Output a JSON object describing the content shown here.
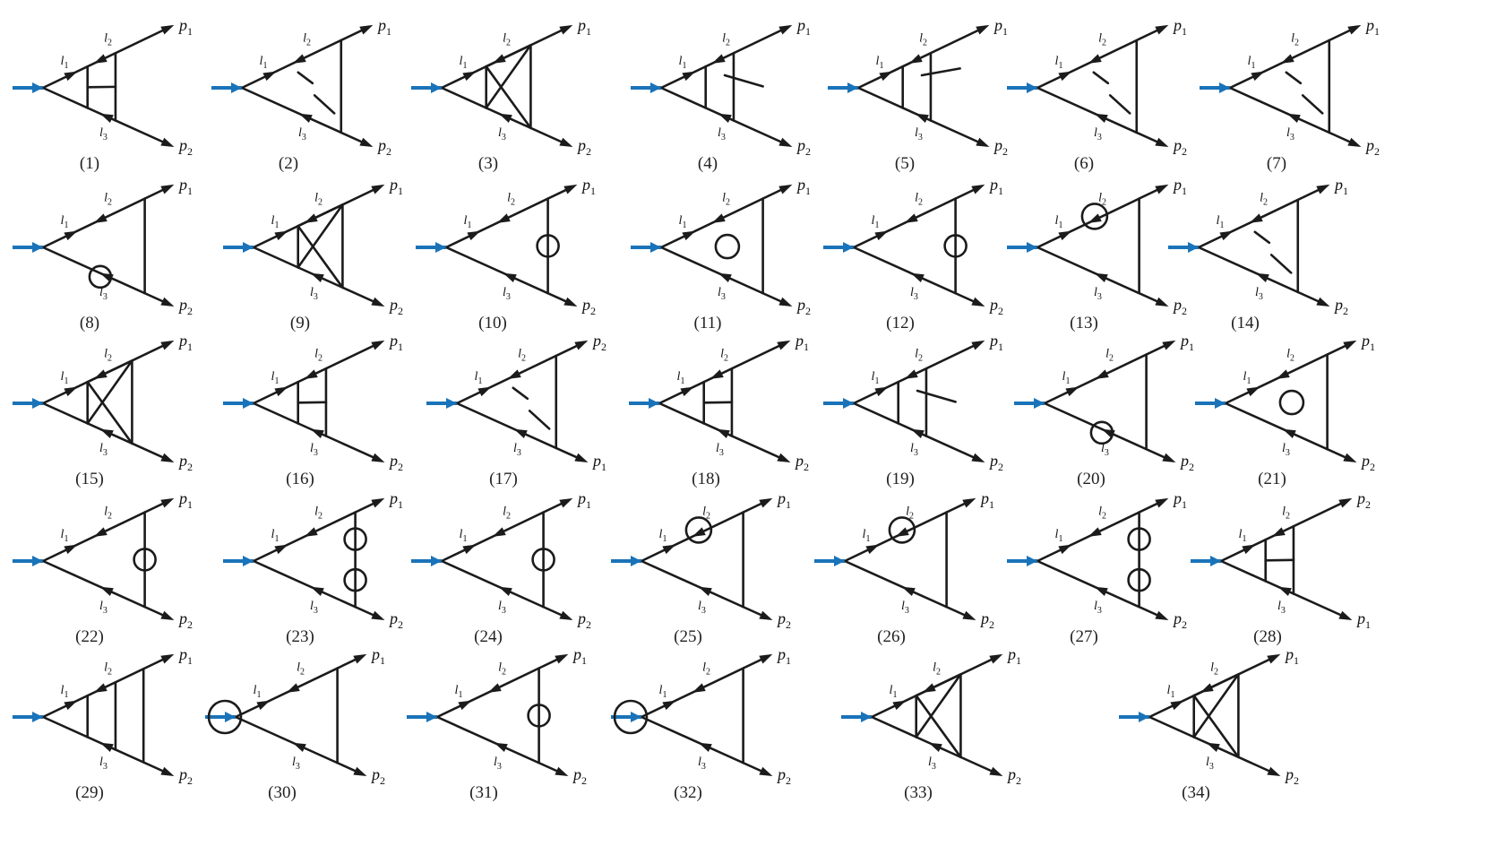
{
  "figure": {
    "diagrams": [
      {
        "caption": "(1)",
        "p_top": "p1",
        "p_bot": "p2",
        "labels": [
          "l1",
          "l2",
          "l3"
        ],
        "variant": "ladder"
      },
      {
        "caption": "(2)",
        "p_top": "p1",
        "p_bot": "p2",
        "labels": [
          "l1",
          "l2",
          "l3"
        ],
        "variant": "cross"
      },
      {
        "caption": "(3)",
        "p_top": "p1",
        "p_bot": "p2",
        "labels": [
          "l1",
          "l2",
          "l3"
        ],
        "variant": "box"
      },
      {
        "caption": "(4)",
        "p_top": "p1",
        "p_bot": "p2",
        "labels": [
          "l1",
          "l2",
          "l3"
        ],
        "variant": "rung"
      },
      {
        "caption": "(5)",
        "p_top": "p1",
        "p_bot": "p2",
        "labels": [
          "l1",
          "l2",
          "l3"
        ],
        "variant": "rung2"
      },
      {
        "caption": "(6)",
        "p_top": "p1",
        "p_bot": "p2",
        "labels": [
          "l1",
          "l2",
          "l3"
        ],
        "variant": "cross"
      },
      {
        "caption": "(7)",
        "p_top": "p1",
        "p_bot": "p2",
        "labels": [
          "l1",
          "l2",
          "l3"
        ],
        "variant": "cross"
      },
      {
        "caption": "(8)",
        "p_top": "p1",
        "p_bot": "p2",
        "labels": [
          "l1",
          "l2",
          "l3"
        ],
        "variant": "bubble-bot"
      },
      {
        "caption": "(9)",
        "p_top": "p1",
        "p_bot": "p2",
        "labels": [
          "l1",
          "l2",
          "l3"
        ],
        "variant": "diamond"
      },
      {
        "caption": "(10)",
        "p_top": "p1",
        "p_bot": "p2",
        "labels": [
          "l1",
          "l2",
          "l3"
        ],
        "variant": "bubble-right"
      },
      {
        "caption": "(11)",
        "p_top": "p1",
        "p_bot": "p2",
        "labels": [
          "l1",
          "l2",
          "l3"
        ],
        "variant": "bubble-mid"
      },
      {
        "caption": "(12)",
        "p_top": "p1",
        "p_bot": "p2",
        "labels": [
          "l1",
          "l2",
          "l3"
        ],
        "variant": "bubble-right"
      },
      {
        "caption": "(13)",
        "p_top": "p1",
        "p_bot": "p2",
        "labels": [
          "l1",
          "l2",
          "l3"
        ],
        "variant": "bubble-top"
      },
      {
        "caption": "(14)",
        "p_top": "p1",
        "p_bot": "p2",
        "labels": [
          "l1",
          "l2",
          "l3"
        ],
        "variant": "cross"
      },
      {
        "caption": "(15)",
        "p_top": "p1",
        "p_bot": "p2",
        "labels": [
          "l1",
          "l2",
          "l3"
        ],
        "variant": "box"
      },
      {
        "caption": "(16)",
        "p_top": "p1",
        "p_bot": "p2",
        "labels": [
          "l1",
          "l2",
          "l3"
        ],
        "variant": "ladder"
      },
      {
        "caption": "(17)",
        "p_top": "p2",
        "p_bot": "p1",
        "labels": [
          "l1",
          "l2",
          "l3"
        ],
        "variant": "cross"
      },
      {
        "caption": "(18)",
        "p_top": "p1",
        "p_bot": "p2",
        "labels": [
          "l1",
          "l2",
          "l3"
        ],
        "variant": "ladder"
      },
      {
        "caption": "(19)",
        "p_top": "p1",
        "p_bot": "p2",
        "labels": [
          "l1",
          "l2",
          "l3"
        ],
        "variant": "rung"
      },
      {
        "caption": "(20)",
        "p_top": "p1",
        "p_bot": "p2",
        "labels": [
          "l1",
          "l2",
          "l3"
        ],
        "variant": "bubble-bot"
      },
      {
        "caption": "(21)",
        "p_top": "p1",
        "p_bot": "p2",
        "labels": [
          "l1",
          "l2",
          "l3"
        ],
        "variant": "bubble-mid"
      },
      {
        "caption": "(22)",
        "p_top": "p1",
        "p_bot": "p2",
        "labels": [
          "l1",
          "l2",
          "l3"
        ],
        "variant": "bubble-right"
      },
      {
        "caption": "(23)",
        "p_top": "p1",
        "p_bot": "p2",
        "labels": [
          "l1",
          "l2",
          "l3"
        ],
        "variant": "two-bubbles"
      },
      {
        "caption": "(24)",
        "p_top": "p1",
        "p_bot": "p2",
        "labels": [
          "l1",
          "l2",
          "l3"
        ],
        "variant": "bubble-right"
      },
      {
        "caption": "(25)",
        "p_top": "p1",
        "p_bot": "p2",
        "labels": [
          "l1",
          "l2",
          "l3"
        ],
        "variant": "bubble-top"
      },
      {
        "caption": "(26)",
        "p_top": "p1",
        "p_bot": "p2",
        "labels": [
          "l1",
          "l2",
          "l3"
        ],
        "variant": "bubble-top"
      },
      {
        "caption": "(27)",
        "p_top": "p1",
        "p_bot": "p2",
        "labels": [
          "l1",
          "l2",
          "l3"
        ],
        "variant": "two-bubbles"
      },
      {
        "caption": "(28)",
        "p_top": "p2",
        "p_bot": "p1",
        "labels": [
          "l1",
          "l2",
          "l3"
        ],
        "variant": "ladder"
      },
      {
        "caption": "(29)",
        "p_top": "p1",
        "p_bot": "p2",
        "labels": [
          "l1",
          "l2",
          "l3"
        ],
        "variant": "ladder3"
      },
      {
        "caption": "(30)",
        "p_top": "p1",
        "p_bot": "p2",
        "labels": [
          "l1",
          "l2",
          "l3"
        ],
        "variant": "bubble-in"
      },
      {
        "caption": "(31)",
        "p_top": "p1",
        "p_bot": "p2",
        "labels": [
          "l1",
          "l2",
          "l3"
        ],
        "variant": "bubble-right"
      },
      {
        "caption": "(32)",
        "p_top": "p1",
        "p_bot": "p2",
        "labels": [
          "l1",
          "l2",
          "l3"
        ],
        "variant": "bubble-in"
      },
      {
        "caption": "(33)",
        "p_top": "p1",
        "p_bot": "p2",
        "labels": [
          "l1",
          "l2",
          "l3"
        ],
        "variant": "hexagon"
      },
      {
        "caption": "(34)",
        "p_top": "p1",
        "p_bot": "p2",
        "labels": [
          "l1",
          "l2",
          "l3"
        ],
        "variant": "kite"
      }
    ],
    "colors": {
      "line": "#1b1b1b",
      "incoming": "#1a73b8"
    }
  }
}
